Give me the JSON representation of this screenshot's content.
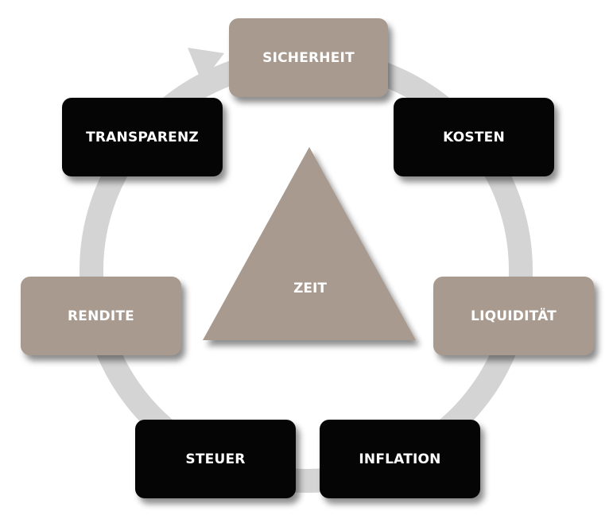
{
  "center": {
    "label": "ZEIT"
  },
  "boxes": {
    "sicherheit": "SICHERHEIT",
    "kosten": "KOSTEN",
    "transparenz": "TRANSPARENZ",
    "rendite": "RENDITE",
    "liquiditaet": "LIQUIDITÄT",
    "steuer": "STEUER",
    "inflation": "INFLATION"
  },
  "colors": {
    "taupe": "#a89a8e",
    "black": "#050505",
    "ring": "#d4d4d4",
    "triangle": "#a89a8e"
  }
}
